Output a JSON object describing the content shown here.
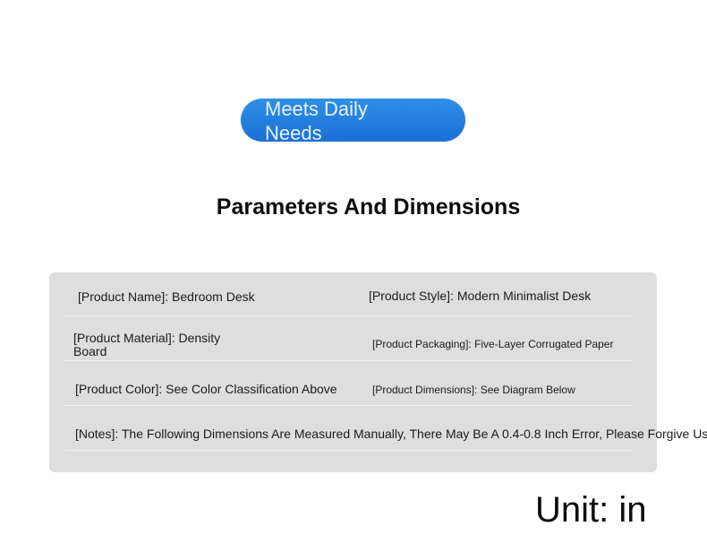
{
  "banner": {
    "label": "Meets Daily Needs",
    "color": "#1f78dc"
  },
  "section": {
    "title": "Parameters And Dimensions"
  },
  "params": {
    "product_name": "[Product Name]: Bedroom Desk",
    "product_style": "[Product Style]: Modern Minimalist Desk",
    "product_material": "[Product Material]: Density Board",
    "product_packaging": "[Product Packaging]: Five-Layer Corrugated Paper",
    "product_color": "[Product Color]: See Color Classification Above",
    "product_dimensions": "[Product Dimensions]: See Diagram Below",
    "notes": "[Notes]: The Following Dimensions Are Measured Manually, There May Be A 0.4-0.8 Inch Error, Please Forgive Us"
  },
  "unit": {
    "label": "Unit: in"
  }
}
